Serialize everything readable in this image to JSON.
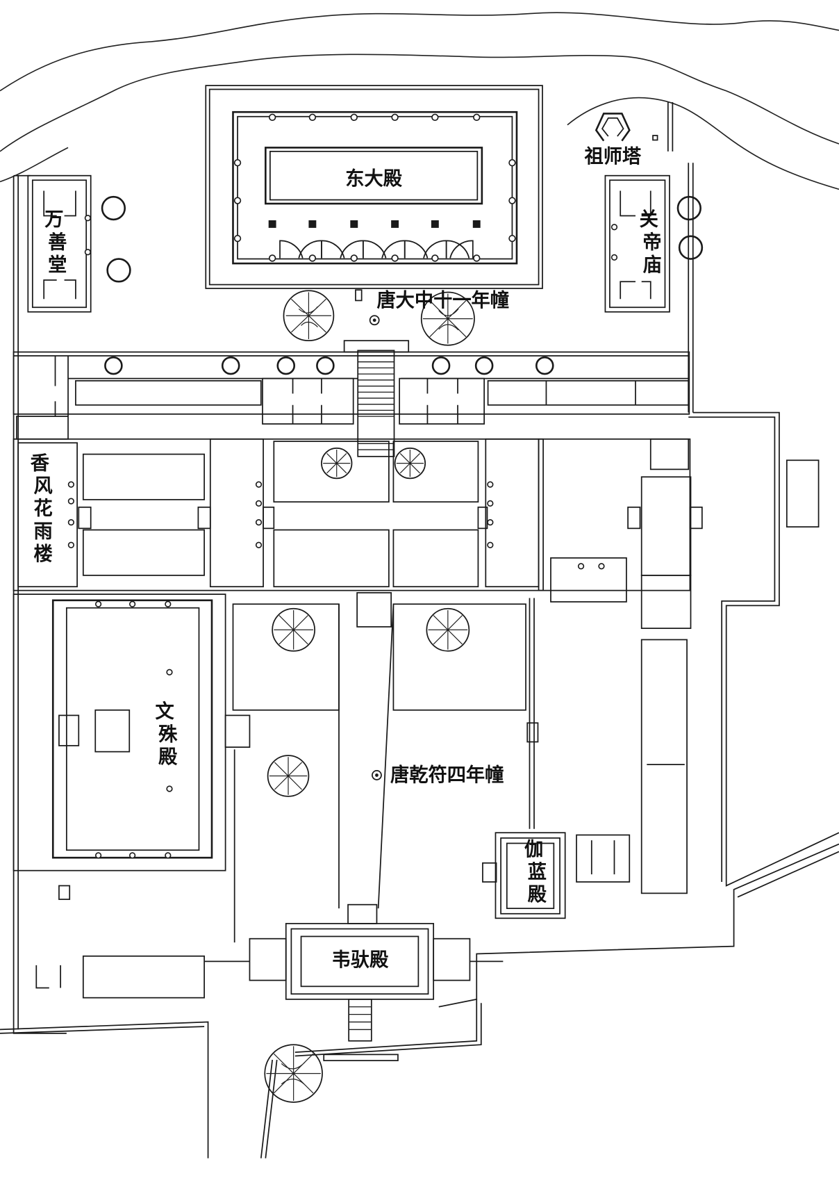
{
  "title": "寺院总平面图",
  "colors": {
    "line": "#1a1a1a",
    "background": "#ffffff"
  },
  "buildings": {
    "main_hall": "东大殿",
    "patriarch_pagoda": "祖师塔",
    "wanshan_hall": "万善堂",
    "guandi_temple": "关帝庙",
    "xiangfeng_tower": "香风花雨楼",
    "wenshu_hall": "文殊殿",
    "qielan_hall": "伽蓝殿",
    "weituo_hall": "韦驮殿"
  },
  "pillars": {
    "dazhong": "唐大中十一年幢",
    "qianfu": "唐乾符四年幢"
  },
  "symbols": {
    "pillar": "pillar-marker-icon",
    "ancient_tree": "ancient-tree-icon",
    "shrub": "shrub-icon",
    "stairs": "stairs-icon"
  }
}
